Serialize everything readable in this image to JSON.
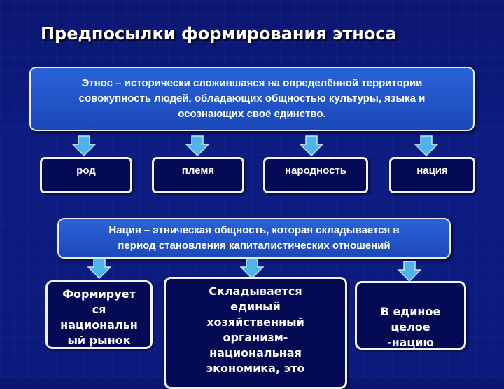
{
  "title": "Предпосылки формирования этноса",
  "definition_ethnos": {
    "lines": [
      "Этнос – исторически сложившаяся на определённой территории",
      "совокупность людей, обладающих общностью культуры, языка и",
      "осознающих своё единство."
    ]
  },
  "ethnos_forms": [
    "род",
    "племя",
    "народность",
    "нация"
  ],
  "definition_nation": {
    "lines": [
      "Нация – этническая общность, которая складывается в",
      "период становления капиталистических отношений"
    ]
  },
  "nation_results": [
    {
      "lines": [
        "Формирует",
        "ся",
        "национальн",
        "ый рынок"
      ]
    },
    {
      "lines": [
        "Складывается",
        "единый",
        "хозяйственный",
        "организм-",
        "национальная",
        "экономика, это"
      ]
    },
    {
      "lines": [
        "В единое",
        "целое",
        "-нацию"
      ]
    }
  ],
  "colors": {
    "background": "#0e1c82",
    "definition_box": "#2a63d8",
    "term_box": "#050a55",
    "arrow": "#4fb4ea"
  }
}
